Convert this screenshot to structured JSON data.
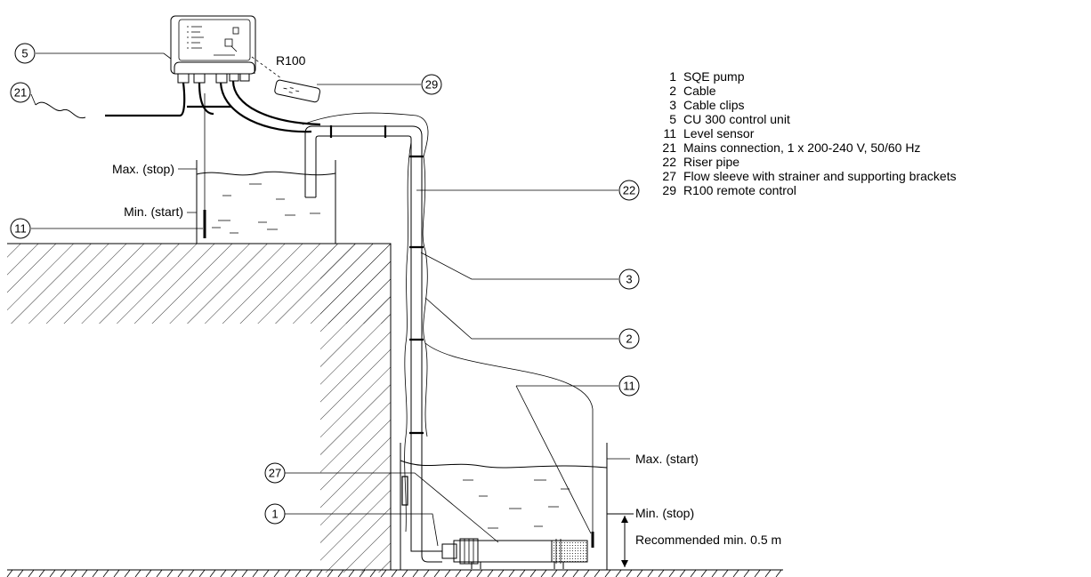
{
  "callouts": {
    "c5": "5",
    "c21": "21",
    "c11a": "11",
    "c29": "29",
    "c22": "22",
    "c3": "3",
    "c2": "2",
    "c11b": "11",
    "c27": "27",
    "c1": "1"
  },
  "labels": {
    "remote": "R100",
    "tank_max": "Max. (stop)",
    "tank_min": "Min. (start)",
    "well_max": "Max. (start)",
    "well_min": "Min. (stop)",
    "recommended": "Recommended min. 0.5 m"
  },
  "legend": [
    {
      "num": "1",
      "text": "SQE pump"
    },
    {
      "num": "2",
      "text": "Cable"
    },
    {
      "num": "3",
      "text": "Cable clips"
    },
    {
      "num": "5",
      "text": "CU 300 control unit"
    },
    {
      "num": "11",
      "text": "Level sensor"
    },
    {
      "num": "21",
      "text": "Mains connection, 1 x 200-240 V, 50/60 Hz"
    },
    {
      "num": "22",
      "text": "Riser pipe"
    },
    {
      "num": "27",
      "text": "Flow sleeve with strainer and supporting brackets"
    },
    {
      "num": "29",
      "text": "R100 remote control"
    }
  ],
  "colors": {
    "line": "#000000",
    "background": "#ffffff"
  }
}
